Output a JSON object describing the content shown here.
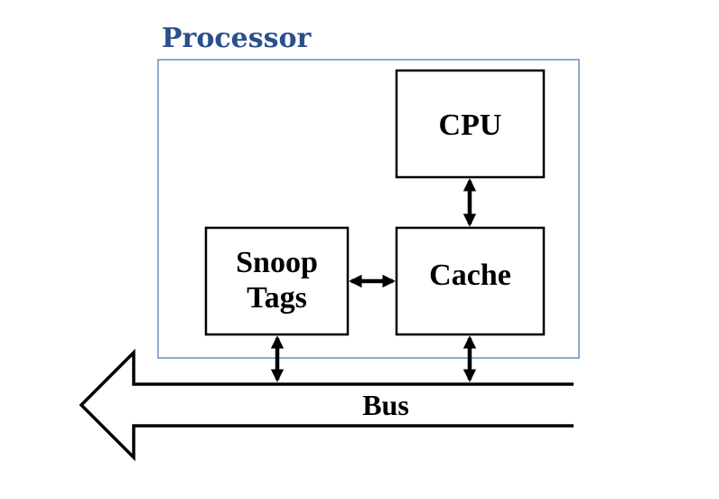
{
  "diagram": {
    "processor": {
      "label": "Processor"
    },
    "cpu": {
      "label": "CPU"
    },
    "cache": {
      "label": "Cache"
    },
    "snoop_tags": {
      "line1": "Snoop",
      "line2": "Tags"
    },
    "bus": {
      "label": "Bus"
    }
  },
  "colors": {
    "processor_label": "#2a4f8a",
    "processor_border": "#6b8fbd",
    "box_border": "#000000",
    "arrow": "#000000"
  }
}
